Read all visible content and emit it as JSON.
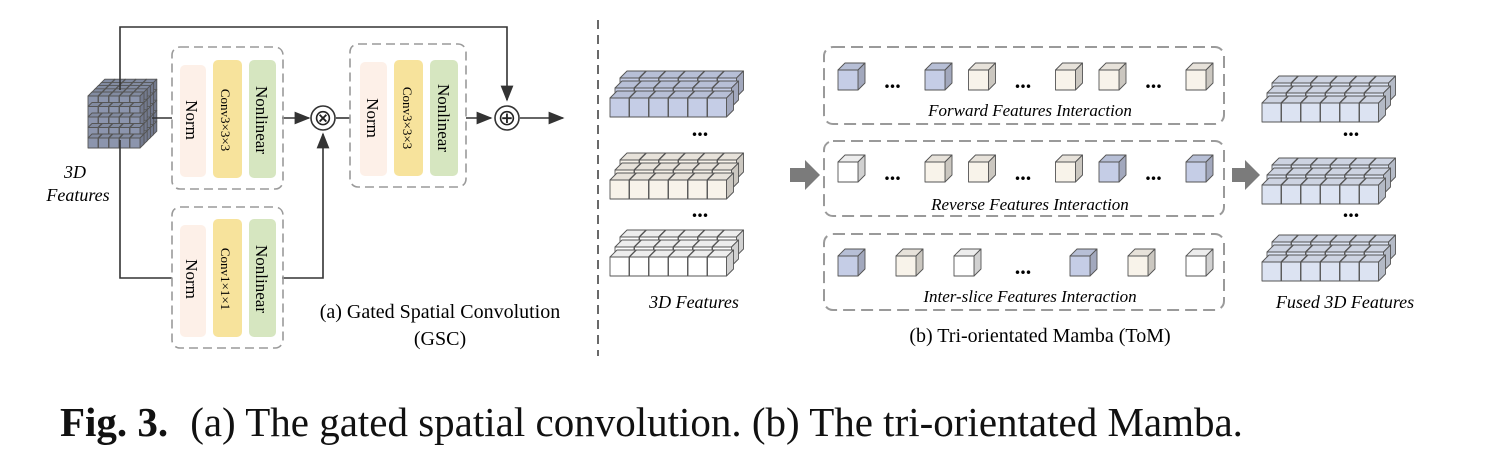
{
  "gsc": {
    "input_label_line1": "3D",
    "input_label_line2": "Features",
    "block1": [
      "Norm",
      "Conv3×3×3",
      "Nonlinear"
    ],
    "block2": [
      "Norm",
      "Conv3×3×3",
      "Nonlinear"
    ],
    "block3": [
      "Norm",
      "Conv1×1×1",
      "Nonlinear"
    ],
    "multiply_symbol": "⊗",
    "add_symbol": "⊕",
    "title_line1": "(a) Gated Spatial Convolution",
    "title_line2": "(GSC)"
  },
  "tom": {
    "input_label": "3D Features",
    "output_label": "Fused 3D Features",
    "ellipsis": "...",
    "rows": [
      {
        "label": "Forward Features Interaction",
        "cubes": [
          "blue",
          "gap",
          "blue",
          "cream",
          "gap",
          "cream",
          "cream",
          "gap",
          "cream"
        ]
      },
      {
        "label": "Reverse Features Interaction",
        "cubes": [
          "white",
          "gap",
          "cream",
          "cream",
          "gap",
          "cream",
          "blue",
          "gap",
          "blue"
        ]
      },
      {
        "label": "Inter-slice Features Interaction",
        "cubes": [
          "blue",
          "cream",
          "white",
          "gap",
          "blue",
          "cream",
          "white"
        ]
      }
    ],
    "title": "(b) Tri-orientated Mamba (ToM)"
  },
  "colors": {
    "blue_face": "#c5cde6",
    "cream_face": "#f8f3ea",
    "white_face": "#ffffff",
    "norm_fill": "#fdf0e8",
    "conv_fill": "#f7e39c",
    "nonlinear_fill": "#d6e6c0",
    "dashed_border": "#9a9a9a",
    "arrow_gray": "#7b7b7b"
  },
  "caption": {
    "fig": "Fig. 3.",
    "text": "(a) The gated spatial convolution. (b) The tri-orientated Mamba."
  }
}
